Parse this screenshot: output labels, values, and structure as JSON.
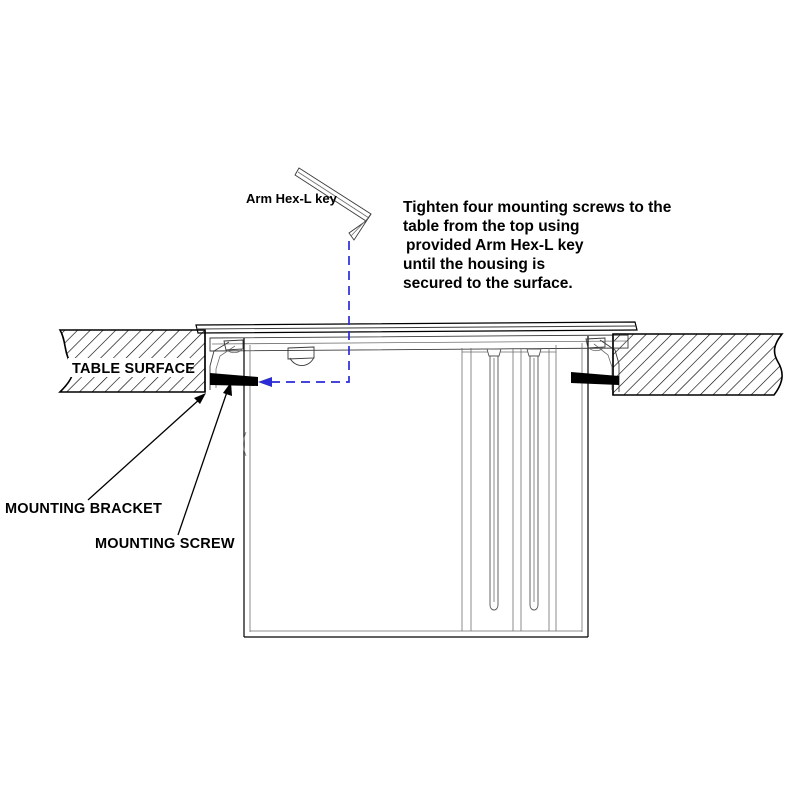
{
  "diagram": {
    "title": "Housing mounting cross-section",
    "background_color": "#ffffff",
    "line_color": "#000000",
    "callout_color": "#2b2bd8"
  },
  "labels": {
    "hex_key": "Arm Hex-L key",
    "table_surface": "TABLE SURFACE",
    "mounting_bracket": "MOUNTING BRACKET",
    "mounting_screw": "MOUNTING SCREW"
  },
  "instruction": {
    "line1": "Tighten four mounting screws to the",
    "line2": "table from the top using",
    "line3": "provided Arm Hex-L key",
    "line4": "until the housing is",
    "line5": "secured to the surface."
  },
  "icons": {
    "hex_key": "hex-l-key-icon",
    "arrow": "left-arrow-icon"
  }
}
